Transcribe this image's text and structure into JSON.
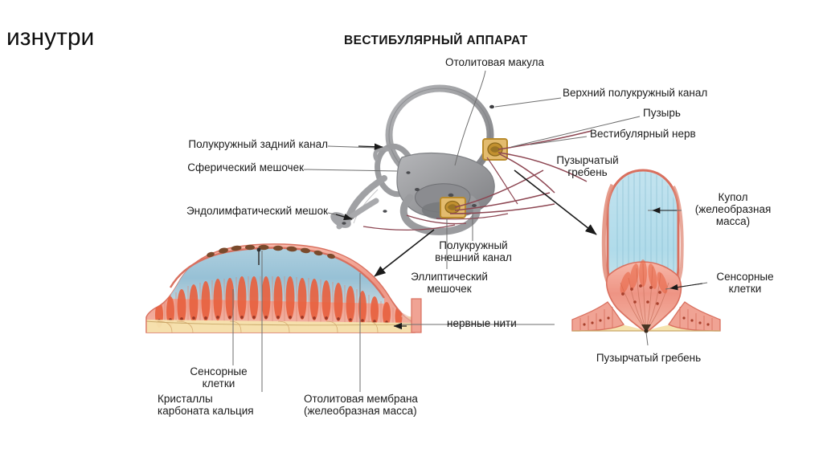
{
  "slide": {
    "corner_word": "изнутри",
    "title": "ВЕСТИБУЛЯРНЫЙ АППАРАТ"
  },
  "labels": {
    "otolith_macula": "Отолитовая макула",
    "superior_semicircular_canal": "Верхний полукружный канал",
    "bubble": "Пузырь",
    "vestibular_nerve": "Вестибулярный нерв",
    "ampullar_crest_top": "Пузырчатый\nгребень",
    "posterior_semicircular_canal": "Полукружный задний канал",
    "spherical_sac": "Сферический мешочек",
    "endolymphatic_sac": "Эндолимфатический мешок",
    "lateral_semicircular_canal": "Полукружный\nвнешний канал",
    "elliptical_sac": "Эллиптический\nмешочек",
    "cupula": "Купол\n(желеобразная\nмасса)",
    "sensory_cells_right": "Сенсорные\nклетки",
    "nerve_threads": "нервные нити",
    "ampullar_crest_bottom": "Пузырчатый гребень",
    "sensory_cells_left": "Сенсорные\nклетки",
    "calcium_crystals": "Кристаллы\nкарбоната кальция",
    "otolith_membrane": "Отолитовая мембрана\n(желеобразная масса)"
  },
  "colors": {
    "background": "#ffffff",
    "text": "#1b1b1b",
    "leader_line": "#6e6e6e",
    "arrow": "#1a1a1a",
    "labyrinth_gray": "#9a9a9d",
    "labyrinth_gray_dark": "#6f7073",
    "labyrinth_shade": "#b9babd",
    "ampulla_orange": "#c8922f",
    "ampulla_orange_light": "#e0b55f",
    "nerve_maroon": "#8d4652",
    "gel_blue": "#8fc4dc",
    "cupula_blue": "#b4dcea",
    "hair_cell_red": "#e8613f",
    "epithelium_pink": "#f0a394",
    "epithelium_pink_light": "#f6c3b7",
    "base_yellow": "#f5e3ae",
    "crystal_brown": "#7a4a2c",
    "outline_pink": "#d9705f"
  }
}
